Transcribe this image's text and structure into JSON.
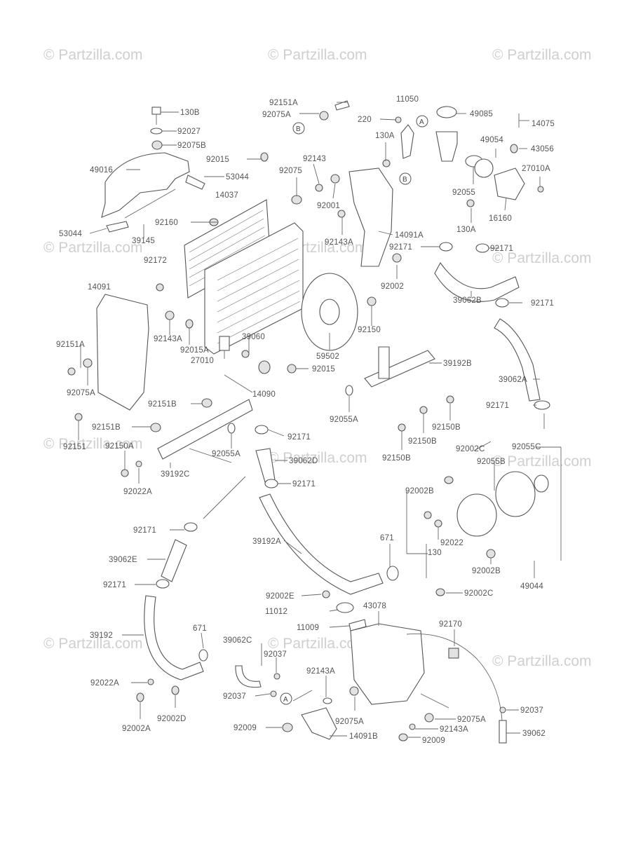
{
  "watermark": "© Partzilla.com",
  "labels": {
    "l130B": "130B",
    "l92027": "92027",
    "l92075B": "92075B",
    "l49016": "49016",
    "l92015": "92015",
    "l53044_top": "53044",
    "l14037": "14037",
    "l92160": "92160",
    "l39145": "39145",
    "l53044_left": "53044",
    "l92172": "92172",
    "l14091": "14091",
    "l92151A_top": "92151A",
    "l92075A_top": "92075A",
    "l92143": "92143",
    "l92075": "92075",
    "l92001": "92001",
    "l92143A_mid": "92143A",
    "l11050": "11050",
    "l220": "220",
    "l130A_top": "130A",
    "l49085": "49085",
    "l14075": "14075",
    "l49054": "49054",
    "l43056": "43056",
    "l27010A": "27010A",
    "l92055": "92055",
    "l16160": "16160",
    "l130A_bot": "130A",
    "l14091A": "14091A",
    "l92171_a": "92171",
    "l92171_b": "92171",
    "l92002": "92002",
    "l92171_c": "92171",
    "l39062B": "39062B",
    "l92151A_left": "92151A",
    "l92075A_left": "92075A",
    "l92143A_left": "92143A",
    "l92015A": "92015A",
    "l27010": "27010",
    "l39060": "39060",
    "l92150": "92150",
    "l59502": "59502",
    "l92015_mid": "92015",
    "l39192B": "39192B",
    "l39062A": "39062A",
    "l14090": "14090",
    "l92151B_a": "92151B",
    "l92151B_b": "92151B",
    "l92151": "92151",
    "l92150A": "92150A",
    "l92055A_a": "92055A",
    "l92055A_b": "92055A",
    "l92171_d": "92171",
    "l92150B_a": "92150B",
    "l92150B_b": "92150B",
    "l92150B_c": "92150B",
    "l92171_e": "92171",
    "l39192C": "39192C",
    "l39062D": "39062D",
    "l92022A_top": "92022A",
    "l92002C_top": "92002C",
    "l92055C": "92055C",
    "l92055B": "92055B",
    "l92171_f": "92171",
    "l92002B_top": "92002B",
    "l92171_g": "92171",
    "l671_mid": "671",
    "l92022": "92022",
    "l39192A": "39192A",
    "l130": "130",
    "l92002B_bot": "92002B",
    "l39062E": "39062E",
    "l49044": "49044",
    "l92171_h": "92171",
    "l92002E": "92002E",
    "l92002C_bot": "92002C",
    "l43078": "43078",
    "l11012": "11012",
    "l92170": "92170",
    "l11009": "11009",
    "l39192": "39192",
    "l671_bot": "671",
    "l39062C": "39062C",
    "l92037_a": "92037",
    "l92143A_bot": "92143A",
    "l92022A_bot": "92022A",
    "l92037_b": "92037",
    "l92037_c": "92037",
    "l92075A_bot": "92075A",
    "l92075A_bot2": "92075A",
    "l92002D": "92002D",
    "l92009_a": "92009",
    "l92143A_bot2": "92143A",
    "l39062": "39062",
    "l14091B": "14091B",
    "l92002A": "92002A",
    "l92009_b": "92009"
  },
  "callouts": {
    "A": "A",
    "B": "B"
  }
}
